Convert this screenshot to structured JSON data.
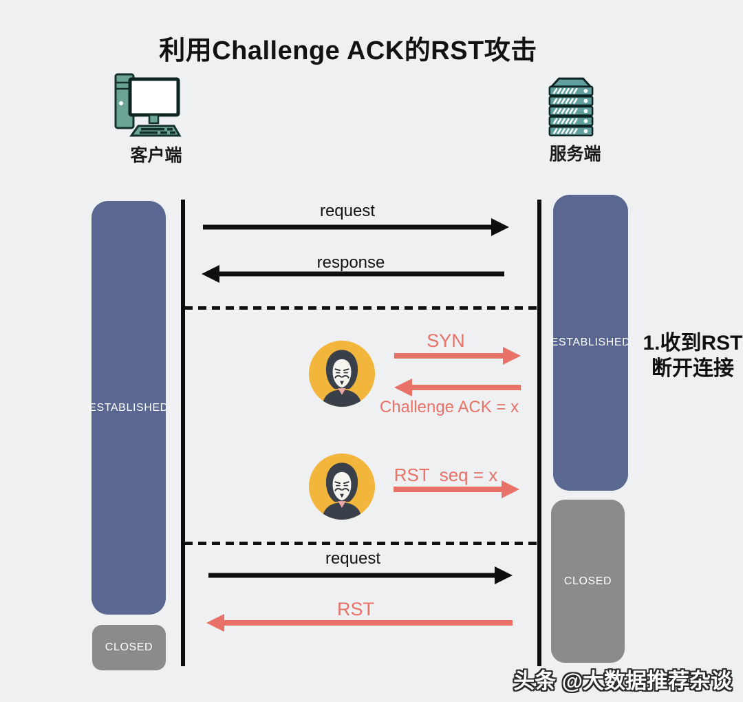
{
  "title": "利用Challenge ACK的RST攻击",
  "actors": {
    "client": {
      "label": "客户端",
      "icon": "desktop-computer-icon"
    },
    "server": {
      "label": "服务端",
      "icon": "server-rack-icon"
    }
  },
  "states": {
    "client_established": "ESTABLISHED",
    "client_closed": "CLOSED",
    "server_established": "ESTABLISHED",
    "server_closed": "CLOSED"
  },
  "messages": {
    "request1": "request",
    "response": "response",
    "syn": "SYN",
    "challenge_ack": "Challenge ACK = x",
    "rst_seq": "RST  seq = x",
    "request2": "request",
    "rst": "RST"
  },
  "annotation": {
    "line1": "1.收到RST",
    "line2": "断开连接"
  },
  "attacker_icon": "anonymous-hacker-icon",
  "watermark": "头条 @大数据推荐杂谈",
  "colors": {
    "background": "#eef0f2",
    "state_established": "#5a6891",
    "state_closed": "#8b8b8b",
    "attack_red": "#e87168",
    "line_black": "#0e0e0e",
    "hacker_badge_yellow": "#f3b63c",
    "device_teal": "#6ba39b",
    "state_text": "#ffffff"
  }
}
